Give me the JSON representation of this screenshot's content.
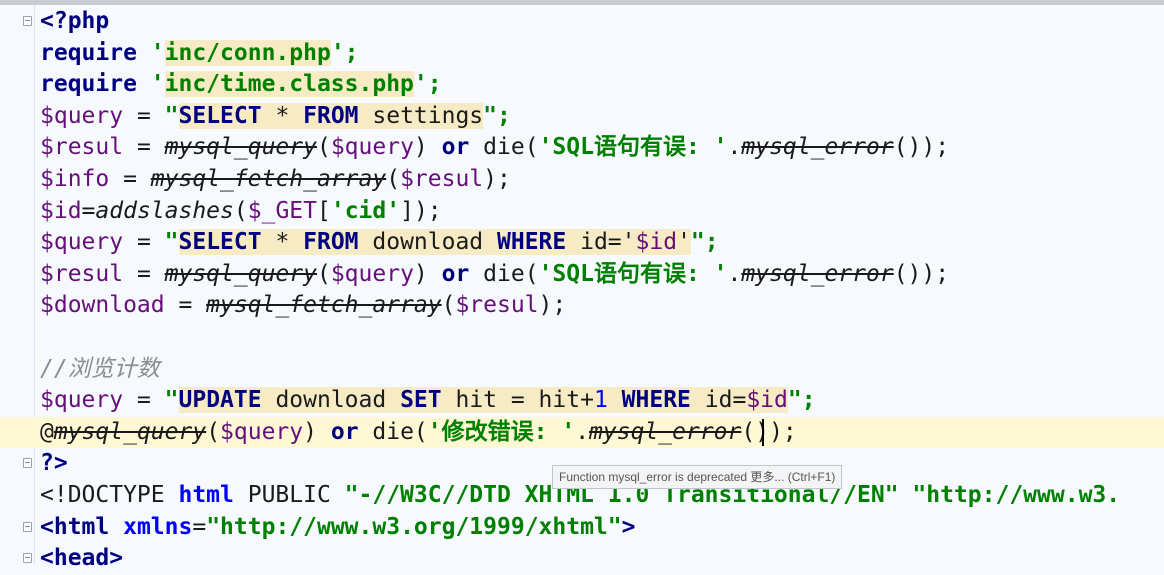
{
  "editor": {
    "lines": [
      {
        "tokens": [
          {
            "t": "<?php",
            "c": "kw"
          }
        ],
        "fold": true
      },
      {
        "tokens": [
          {
            "t": "require ",
            "c": "kw"
          },
          {
            "t": "'",
            "c": "str"
          },
          {
            "t": "inc/conn.php",
            "c": "str hl"
          },
          {
            "t": "';",
            "c": "str"
          }
        ]
      },
      {
        "tokens": [
          {
            "t": "require ",
            "c": "kw"
          },
          {
            "t": "'",
            "c": "str"
          },
          {
            "t": "inc/time.class.php",
            "c": "str hl"
          },
          {
            "t": "';",
            "c": "str"
          }
        ]
      },
      {
        "tokens": [
          {
            "t": "$query",
            "c": "var"
          },
          {
            "t": " = ",
            "c": "op"
          },
          {
            "t": "\"",
            "c": "str"
          },
          {
            "t": "SELECT",
            "c": "sql hl"
          },
          {
            "t": " * ",
            "c": "op hl"
          },
          {
            "t": "FROM",
            "c": "sql hl"
          },
          {
            "t": " settings",
            "c": "op hl"
          },
          {
            "t": "\";",
            "c": "str"
          }
        ]
      },
      {
        "tokens": [
          {
            "t": "$resul",
            "c": "var"
          },
          {
            "t": " = ",
            "c": "op"
          },
          {
            "t": "mysql_query",
            "c": "dep"
          },
          {
            "t": "(",
            "c": "op"
          },
          {
            "t": "$query",
            "c": "var"
          },
          {
            "t": ") ",
            "c": "op"
          },
          {
            "t": "or",
            "c": "kw"
          },
          {
            "t": " die(",
            "c": "op"
          },
          {
            "t": "'SQL语句有误: '",
            "c": "str"
          },
          {
            "t": ".",
            "c": "op"
          },
          {
            "t": "mysql_error",
            "c": "dep"
          },
          {
            "t": "());",
            "c": "op"
          }
        ]
      },
      {
        "tokens": [
          {
            "t": "$info",
            "c": "var"
          },
          {
            "t": " = ",
            "c": "op"
          },
          {
            "t": "mysql_fetch_array",
            "c": "dep"
          },
          {
            "t": "(",
            "c": "op"
          },
          {
            "t": "$resul",
            "c": "var"
          },
          {
            "t": ");",
            "c": "op"
          }
        ]
      },
      {
        "tokens": [
          {
            "t": "$id",
            "c": "var"
          },
          {
            "t": "=",
            "c": "op"
          },
          {
            "t": "addslashes",
            "c": "fn"
          },
          {
            "t": "(",
            "c": "op"
          },
          {
            "t": "$_GET",
            "c": "var"
          },
          {
            "t": "[",
            "c": "op"
          },
          {
            "t": "'cid'",
            "c": "str"
          },
          {
            "t": "]);",
            "c": "op"
          }
        ]
      },
      {
        "tokens": [
          {
            "t": "$query",
            "c": "var"
          },
          {
            "t": " = ",
            "c": "op"
          },
          {
            "t": "\"",
            "c": "str"
          },
          {
            "t": "SELECT",
            "c": "sql hl"
          },
          {
            "t": " * ",
            "c": "op hl"
          },
          {
            "t": "FROM",
            "c": "sql hl"
          },
          {
            "t": " download ",
            "c": "op hl"
          },
          {
            "t": "WHERE",
            "c": "sql hl"
          },
          {
            "t": " id='",
            "c": "op hl"
          },
          {
            "t": "$id",
            "c": "var hl"
          },
          {
            "t": "'",
            "c": "op hl"
          },
          {
            "t": "\";",
            "c": "str"
          }
        ]
      },
      {
        "tokens": [
          {
            "t": "$resul",
            "c": "var"
          },
          {
            "t": " = ",
            "c": "op"
          },
          {
            "t": "mysql_query",
            "c": "dep"
          },
          {
            "t": "(",
            "c": "op"
          },
          {
            "t": "$query",
            "c": "var"
          },
          {
            "t": ") ",
            "c": "op"
          },
          {
            "t": "or",
            "c": "kw"
          },
          {
            "t": " die(",
            "c": "op"
          },
          {
            "t": "'SQL语句有误: '",
            "c": "str"
          },
          {
            "t": ".",
            "c": "op"
          },
          {
            "t": "mysql_error",
            "c": "dep"
          },
          {
            "t": "());",
            "c": "op"
          }
        ]
      },
      {
        "tokens": [
          {
            "t": "$download",
            "c": "var"
          },
          {
            "t": " = ",
            "c": "op"
          },
          {
            "t": "mysql_fetch_array",
            "c": "dep"
          },
          {
            "t": "(",
            "c": "op"
          },
          {
            "t": "$resul",
            "c": "var"
          },
          {
            "t": ");",
            "c": "op"
          }
        ]
      },
      {
        "tokens": []
      },
      {
        "tokens": [
          {
            "t": "//浏览计数",
            "c": "cmt"
          }
        ]
      },
      {
        "tokens": [
          {
            "t": "$query",
            "c": "var"
          },
          {
            "t": " = ",
            "c": "op"
          },
          {
            "t": "\"",
            "c": "str"
          },
          {
            "t": "UPDATE",
            "c": "sql hl"
          },
          {
            "t": " download ",
            "c": "op hl"
          },
          {
            "t": "SET",
            "c": "sql hl"
          },
          {
            "t": " hit = hit+",
            "c": "op hl"
          },
          {
            "t": "1",
            "c": "num hl"
          },
          {
            "t": " ",
            "c": "op hl"
          },
          {
            "t": "WHERE",
            "c": "sql hl"
          },
          {
            "t": " id=",
            "c": "op hl"
          },
          {
            "t": "$id",
            "c": "var hl"
          },
          {
            "t": "\";",
            "c": "str"
          }
        ]
      },
      {
        "tokens": [
          {
            "t": "@",
            "c": "op"
          },
          {
            "t": "mysql_query",
            "c": "dep"
          },
          {
            "t": "(",
            "c": "op"
          },
          {
            "t": "$query",
            "c": "var"
          },
          {
            "t": ") ",
            "c": "op"
          },
          {
            "t": "or",
            "c": "kw"
          },
          {
            "t": " die(",
            "c": "op"
          },
          {
            "t": "'修改错误: '",
            "c": "str"
          },
          {
            "t": ".",
            "c": "op"
          },
          {
            "t": "mysql_error",
            "c": "dep"
          },
          {
            "t": "());",
            "c": "op"
          }
        ],
        "current": true
      },
      {
        "tokens": [
          {
            "t": "?>",
            "c": "kw"
          }
        ],
        "fold": true
      },
      {
        "tokens": [
          {
            "t": "<!DOCTYPE ",
            "c": "op"
          },
          {
            "t": "html",
            "c": "attr"
          },
          {
            "t": " PUBLIC ",
            "c": "op"
          },
          {
            "t": "\"-//W3C//DTD XHTML 1.0 Transitional//EN\"",
            "c": "str"
          },
          {
            "t": " ",
            "c": "op"
          },
          {
            "t": "\"http://www.w3.",
            "c": "str"
          }
        ]
      },
      {
        "tokens": [
          {
            "t": "<html ",
            "c": "tag"
          },
          {
            "t": "xmlns",
            "c": "attr"
          },
          {
            "t": "=",
            "c": "op"
          },
          {
            "t": "\"http://www.w3.org/1999/xhtml\"",
            "c": "str"
          },
          {
            "t": ">",
            "c": "tag"
          }
        ],
        "fold": true
      },
      {
        "tokens": [
          {
            "t": "<head>",
            "c": "tag"
          }
        ],
        "fold": true
      }
    ],
    "tooltip": "Function mysql_error is deprecated 更多... (Ctrl+F1)"
  }
}
